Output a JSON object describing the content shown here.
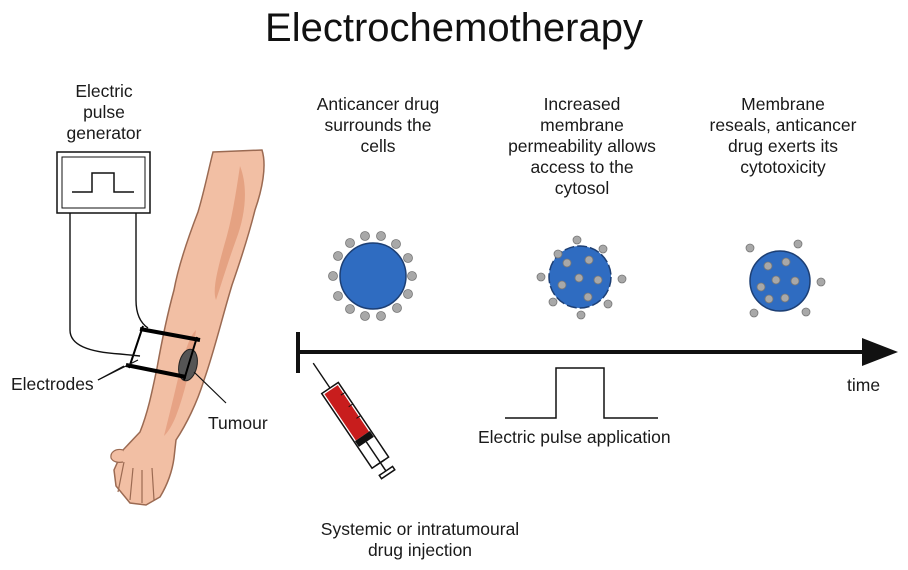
{
  "title": "Electrochemotherapy",
  "generator_label": [
    "Electric",
    "pulse",
    "generator"
  ],
  "electrodes_label": "Electrodes",
  "tumour_label": "Tumour",
  "stages": [
    {
      "lines": [
        "Anticancer drug",
        "surrounds the",
        "cells"
      ],
      "state": "drug-outside"
    },
    {
      "lines": [
        "Increased",
        "membrane",
        "permeability allows",
        "access to the",
        "cytosol"
      ],
      "state": "drug-entering"
    },
    {
      "lines": [
        "Membrane",
        "reseals, anticancer",
        "drug exerts its",
        "cytotoxicity"
      ],
      "state": "drug-inside"
    }
  ],
  "timeline_label": "time",
  "pulse_label": "Electric pulse application",
  "injection_label": [
    "Systemic or intratumoural",
    "drug injection"
  ],
  "colors": {
    "cell_fill": "#2f6cc1",
    "cell_stroke": "#1d3f74",
    "drug_particle": "#a8a8a8",
    "skin": "#f2bfa4",
    "skin_shade": "#e39c7d",
    "syringe_drug": "#c81d1d"
  }
}
